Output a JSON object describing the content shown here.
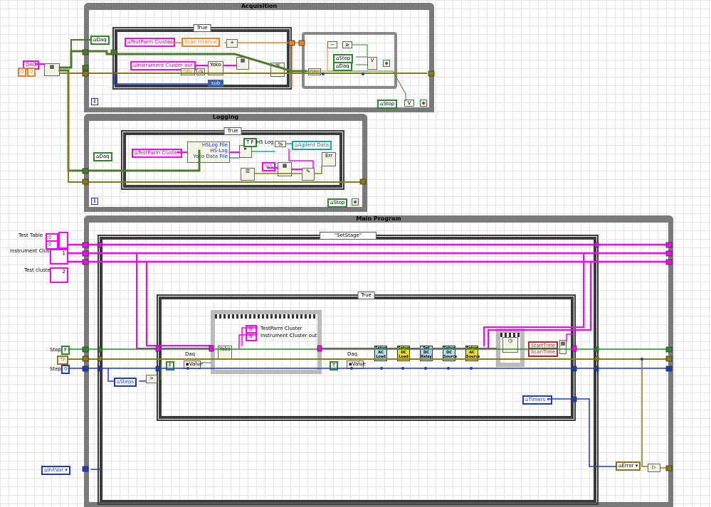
{
  "loops": {
    "acquisition": "Acquisition",
    "logging": "Logging",
    "main": "Main Program"
  },
  "cases": {
    "acq_true": "True",
    "log_true": "True",
    "main_setstage": "\"SetStage\"",
    "main_true": "True"
  },
  "acquisition": {
    "daq": "Daq",
    "testparm": "TestParm Cluster",
    "scan_interval": "Scan Interval",
    "instrument_out": "Instrument Cluster out",
    "stop": "Stop",
    "daq2": "Daq",
    "stop_outer": "Stop"
  },
  "logging": {
    "daq": "Daq",
    "testparm": "TestParm Cluster",
    "hslog": "HS Log",
    "agilent": "Agilent Data",
    "hslog_file": "HSLog File",
    "hs_log": "HS-Log",
    "yoko": "Yoko Data File",
    "fmt": "%S",
    "stop": "Stop"
  },
  "left_controls": {
    "daq_ctrl": "DAQ",
    "daq_val1": "0",
    "daq_val2": "0",
    "test_table": "Test Table",
    "tt_val1": "0",
    "tt_val2": "0",
    "instrument_cluster": "Instrument Cluster",
    "test_cluster": "Test cluster",
    "stop": "Stop",
    "stop_val": "F",
    "step": "Step",
    "step_val": "0",
    "tf": "TF",
    "initvar": "InitVar"
  },
  "main": {
    "daq1": "Daq",
    "value1": "Value",
    "daq2": "Daq",
    "value2": "Value",
    "steps": "Steps",
    "testparm": "TestParm Cluster",
    "instrument_out": "Instrument Cluster out",
    "starttime": "StartTime",
    "scantime": "ScanTime",
    "timers": "Timers",
    "error": "Error",
    "false_const": "F",
    "true_const": "T",
    "subvis": [
      {
        "label": "Setup AC Load"
      },
      {
        "label": "Setup DC Load"
      },
      {
        "label": "Set DC Relay"
      },
      {
        "label": "Setup DC Source"
      },
      {
        "label": "Setup AC Source"
      }
    ]
  },
  "colors": {
    "cluster_pink": "#ff00ff",
    "bool_green": "#2a8a2a",
    "int_blue": "#1a3ac8",
    "dbl_orange": "#f08020",
    "error_olive": "#8a7a10",
    "loop_gray": "#7a7a7a"
  }
}
